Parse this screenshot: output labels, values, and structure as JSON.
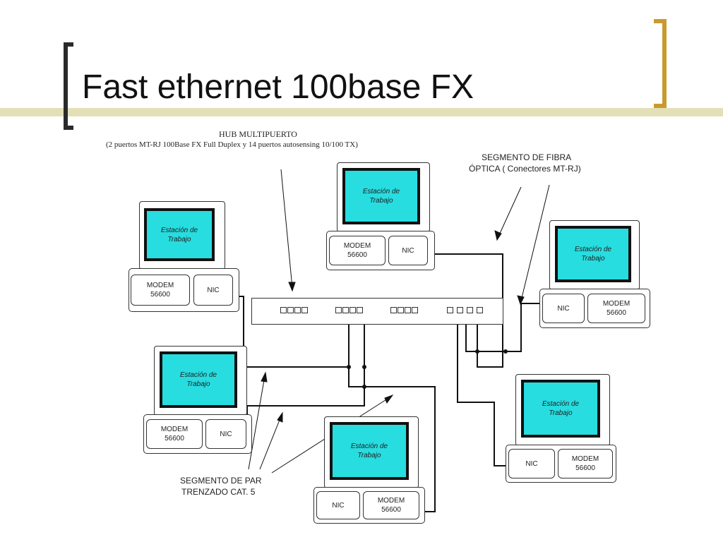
{
  "slide": {
    "title": "Fast ethernet 100base FX"
  },
  "labels": {
    "hub_title": "HUB MULTIPUERTO",
    "hub_subtitle": "(2 puertos MT-RJ 100Base FX Full Duplex y 14 puertos autosensing 10/100 TX)",
    "fiber_line1": "SEGMENTO DE FIBRA",
    "fiber_line2": "ÓPTICA ( Conectores MT-RJ)",
    "twisted_line1": "SEGMENTO DE PAR",
    "twisted_line2": "TRENZADO CAT. 5"
  },
  "workstations": [
    {
      "screen_label_1": "Estación de",
      "screen_label_2": "Trabajo",
      "modem_1": "MODEM",
      "modem_2": "56600",
      "nic": "NIC"
    },
    {
      "screen_label_1": "Estación de",
      "screen_label_2": "Trabajo",
      "modem_1": "MODEM",
      "modem_2": "56600",
      "nic": "NIC"
    },
    {
      "screen_label_1": "Estación de",
      "screen_label_2": "Trabajo",
      "modem_1": "MODEM",
      "modem_2": "56600",
      "nic": "NIC"
    },
    {
      "screen_label_1": "Estación de",
      "screen_label_2": "Trabajo",
      "modem_1": "MODEM",
      "modem_2": "56600",
      "nic": "NIC"
    },
    {
      "screen_label_1": "Estación de",
      "screen_label_2": "Trabajo",
      "modem_1": "MODEM",
      "modem_2": "56600",
      "nic": "NIC"
    },
    {
      "screen_label_1": "Estación de",
      "screen_label_2": "Trabajo",
      "modem_1": "MODEM",
      "modem_2": "56600",
      "nic": "NIC"
    }
  ],
  "colors": {
    "screen": "#27dde0",
    "title_band": "#e3e0b8",
    "accent_bracket": "#c99a2e"
  }
}
